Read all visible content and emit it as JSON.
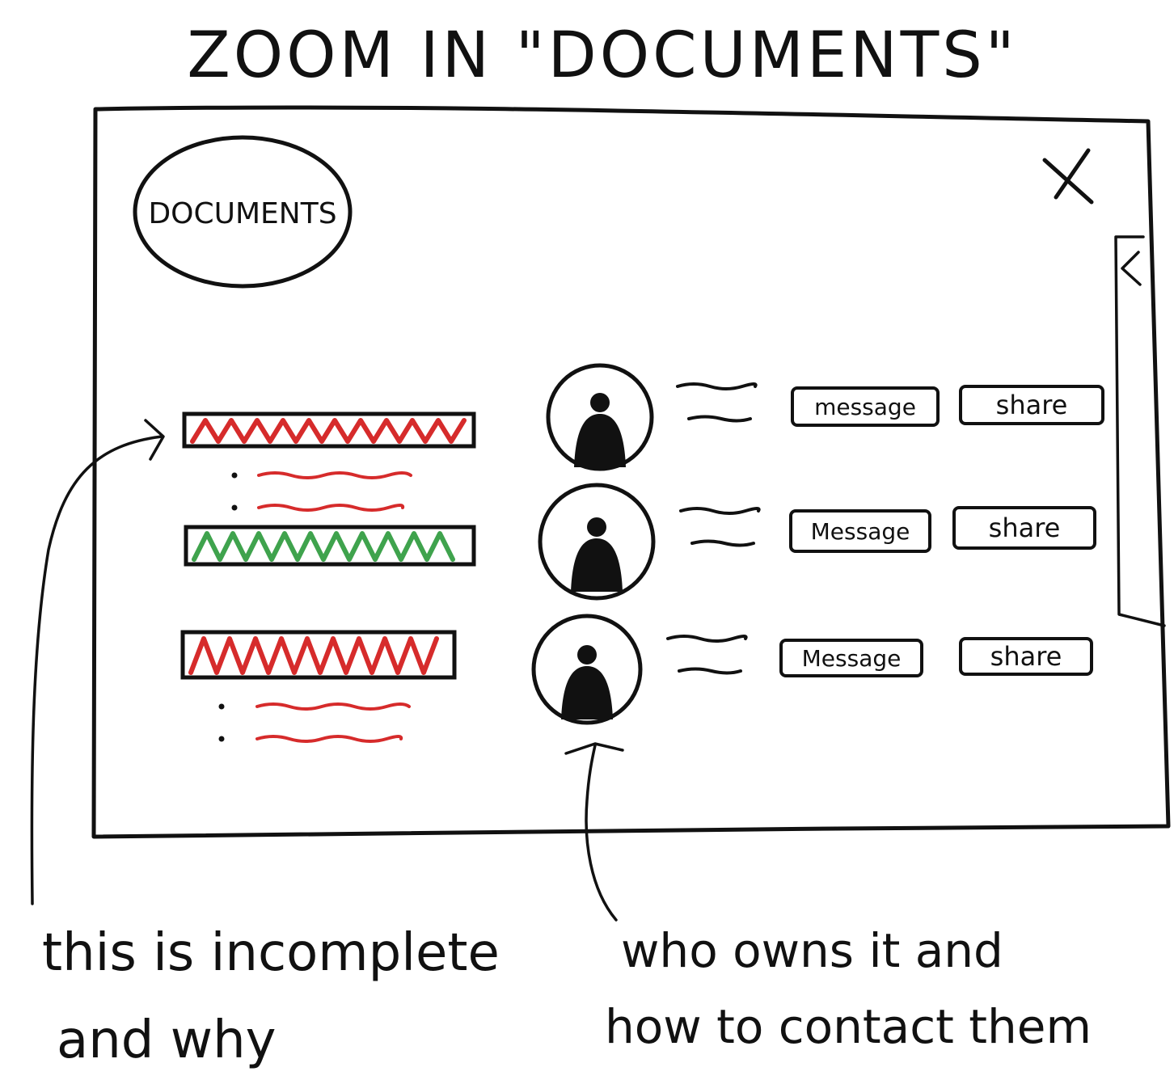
{
  "title": "ZOOM IN \"DOCUMENTS\"",
  "panel": {
    "heading": "DOCUMENTS",
    "close_glyph": "X",
    "collapse_glyph": "<"
  },
  "documents": [
    {
      "status": "incomplete",
      "status_color": "#d62b2b",
      "has_reasons": true
    },
    {
      "status": "complete",
      "status_color": "#3fa34d",
      "has_reasons": false
    },
    {
      "status": "incomplete",
      "status_color": "#d62b2b",
      "has_reasons": true
    }
  ],
  "owners": [
    {
      "message_label": "message",
      "share_label": "share"
    },
    {
      "message_label": "Message",
      "share_label": "share"
    },
    {
      "message_label": "Message",
      "share_label": "share"
    }
  ],
  "annotations": {
    "left_line1": "this is incomplete",
    "left_line2": "and why",
    "right_line1": "who owns it and",
    "right_line2": "how to contact them"
  },
  "icons": {
    "close": "close-icon",
    "collapse": "chevron-left-icon",
    "avatar": "person-avatar-icon"
  }
}
